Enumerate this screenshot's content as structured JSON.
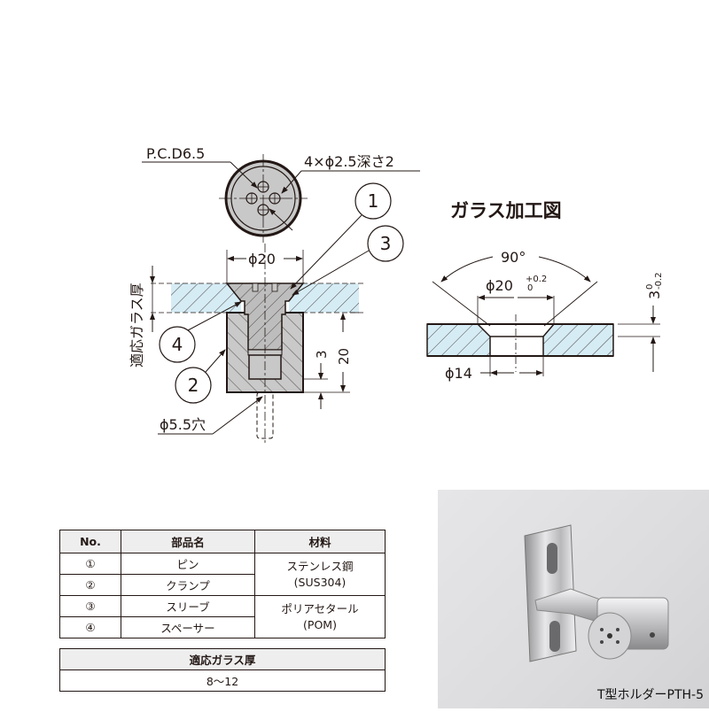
{
  "drawing": {
    "top_view": {
      "pcd_label": "P.C.D6.5",
      "holes_label": "4×ϕ2.5深さ2"
    },
    "section_view": {
      "diameter_label": "ϕ20",
      "glass_thickness_label": "適応ガラス厚",
      "dim_3": "3",
      "dim_20": "20",
      "hole_label": "ϕ5.5穴",
      "callouts": [
        "1",
        "2",
        "3",
        "4"
      ]
    },
    "glass_processing": {
      "title": "ガラス加工図",
      "angle_label": "90°",
      "diameter_label": "ϕ20",
      "diameter_tol_upper": "+0.2",
      "diameter_tol_lower": "0",
      "bottom_diameter_label": "ϕ14",
      "depth_label": "3",
      "depth_tol_upper": "0",
      "depth_tol_lower": "-0.2"
    }
  },
  "parts_table": {
    "headers": [
      "No.",
      "部品名",
      "材料"
    ],
    "rows": [
      {
        "no": "①",
        "name": "ピン"
      },
      {
        "no": "②",
        "name": "クランプ"
      },
      {
        "no": "③",
        "name": "スリーブ"
      },
      {
        "no": "④",
        "name": "スペーサー"
      }
    ],
    "materials": [
      {
        "line1": "ステンレス鋼",
        "line2": "(SUS304)"
      },
      {
        "line1": "ポリアセタール",
        "line2": "(POM)"
      }
    ]
  },
  "glass_table": {
    "header": "適応ガラス厚",
    "value": "8～12"
  },
  "photo": {
    "caption": "T型ホルダーPTH-5"
  },
  "colors": {
    "line": "#231815",
    "glass_fill": "#d6ecf5",
    "metal_fill": "#bdbdbd",
    "header_bg": "#eeeeee"
  }
}
